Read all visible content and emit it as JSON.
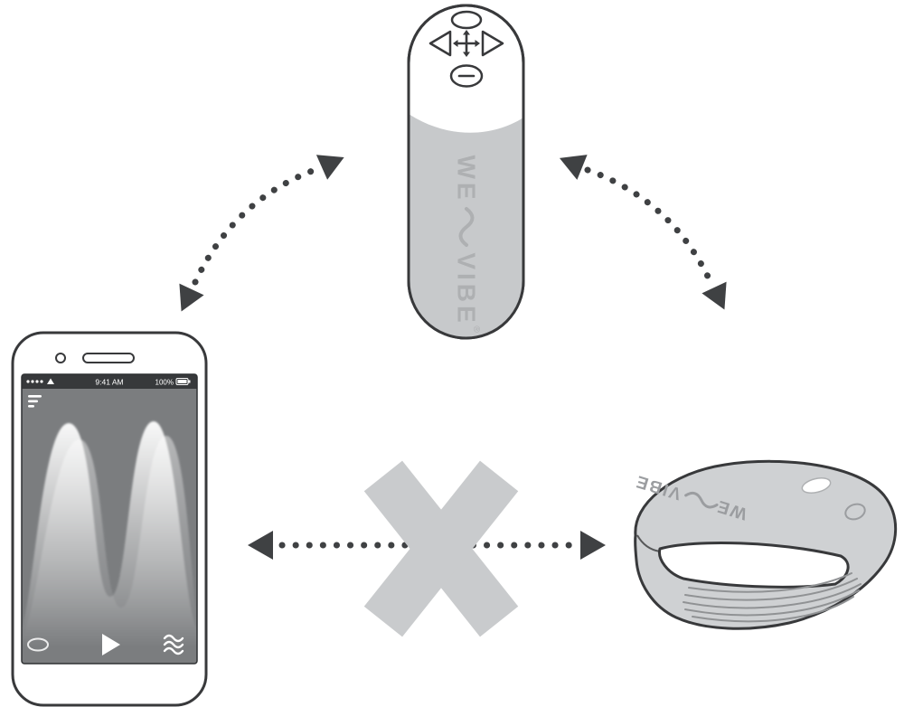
{
  "diagram": {
    "remote": {
      "brand_we": "WE",
      "brand_vibe": "VIBE",
      "registered_mark": "®"
    },
    "couples_device": {
      "brand_we": "WE",
      "brand_vibe": "VIBE"
    },
    "phone": {
      "status_time": "9:41 AM",
      "status_battery": "100%"
    },
    "icons": {
      "play_icon": "▶",
      "menu_icon": "≡",
      "wave_pattern_icon": "≈",
      "blocked_cross_icon": "✕",
      "arrowhead_icon": "▶",
      "wifi_icon": "wifi-fan",
      "battery_icon": "battery-full",
      "signal_icon": "signal-dots"
    },
    "colors": {
      "outline": "#38393b",
      "remote_body": "#c7c9cb",
      "device_body": "#cfd1d3",
      "arrow": "#3f4143",
      "x_cross": "#c9cbcd",
      "screen": "#7b7d7f",
      "status_bar": "#37393b",
      "logo_text": "#aeb0b2"
    }
  }
}
